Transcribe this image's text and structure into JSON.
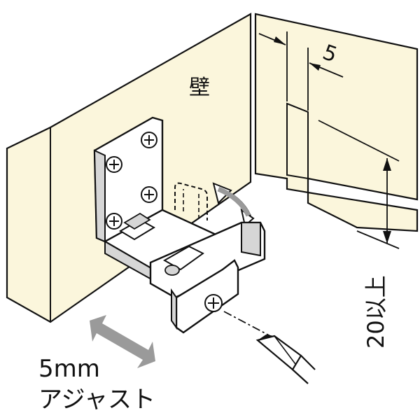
{
  "labels": {
    "wall": "壁",
    "gap_dimension": "5",
    "height_requirement": "20以上",
    "adjust_amount": "5mm",
    "adjust_word": "アジャスト"
  },
  "colors": {
    "wall_fill": "#fbf6dc",
    "line": "#111111",
    "metal_fill": "#ffffff",
    "metal_shade": "#d6d6d6",
    "arrow_fill": "#9a9a9a"
  },
  "icons": {
    "double_arrow": "double-arrow-icon",
    "screw": "phillips-screw-icon",
    "screwdriver": "screwdriver-icon"
  }
}
